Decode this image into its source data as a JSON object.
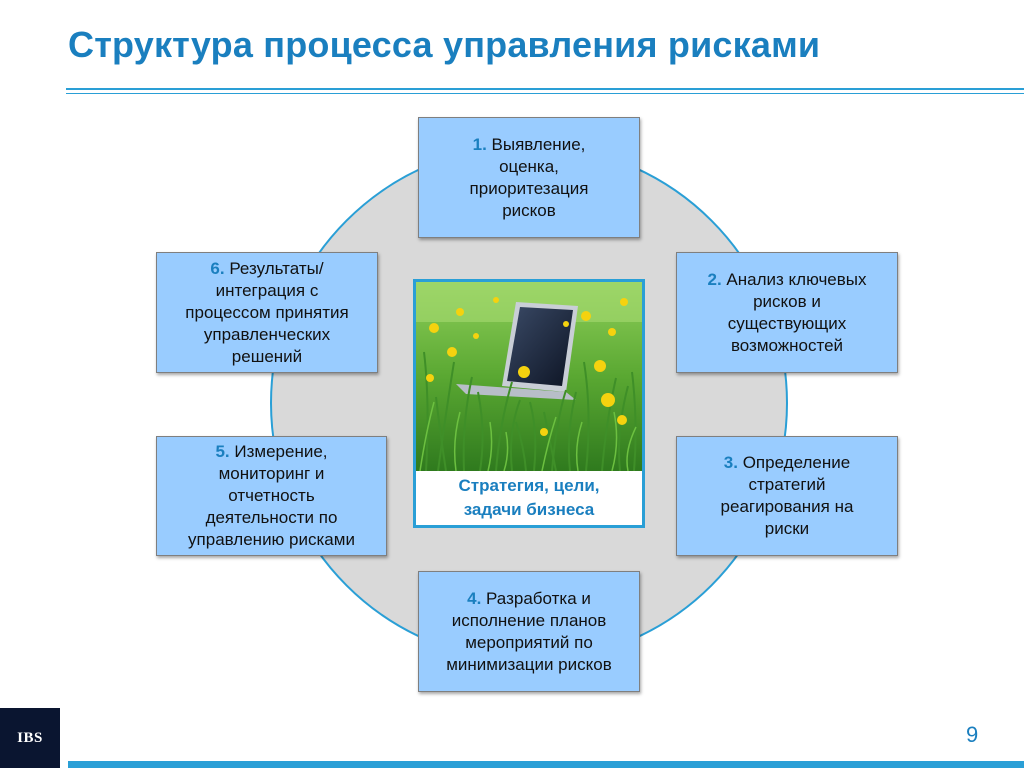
{
  "title": "Структура процесса управления рисками",
  "center": {
    "label": "Стратегия, цели,\nзадачи бизнеса"
  },
  "steps": [
    {
      "num": "1.",
      "text": "Выявление,\nоценка,\nприоритезация\nрисков"
    },
    {
      "num": "2.",
      "text": "Анализ ключевых\nрисков и\nсуществующих\nвозможностей"
    },
    {
      "num": "3.",
      "text": "Определение\nстратегий\nреагирования на\nриски"
    },
    {
      "num": "4.",
      "text": "Разработка и\nисполнение планов\nмероприятий по\nминимизации рисков"
    },
    {
      "num": "5.",
      "text": "Измерение,\nмониторинг и\nотчетность\nдеятельности по\nуправлению рисками"
    },
    {
      "num": "6.",
      "text": "Результаты/\nинтеграция с\nпроцессом принятия\nуправленческих\nрешений"
    }
  ],
  "footer": {
    "logo": "IBS",
    "page_number": "9"
  },
  "colors": {
    "accent": "#1a7fbf",
    "box_fill": "#99ccff",
    "circle_fill": "#d9d9d9",
    "line": "#2a9fd6"
  }
}
